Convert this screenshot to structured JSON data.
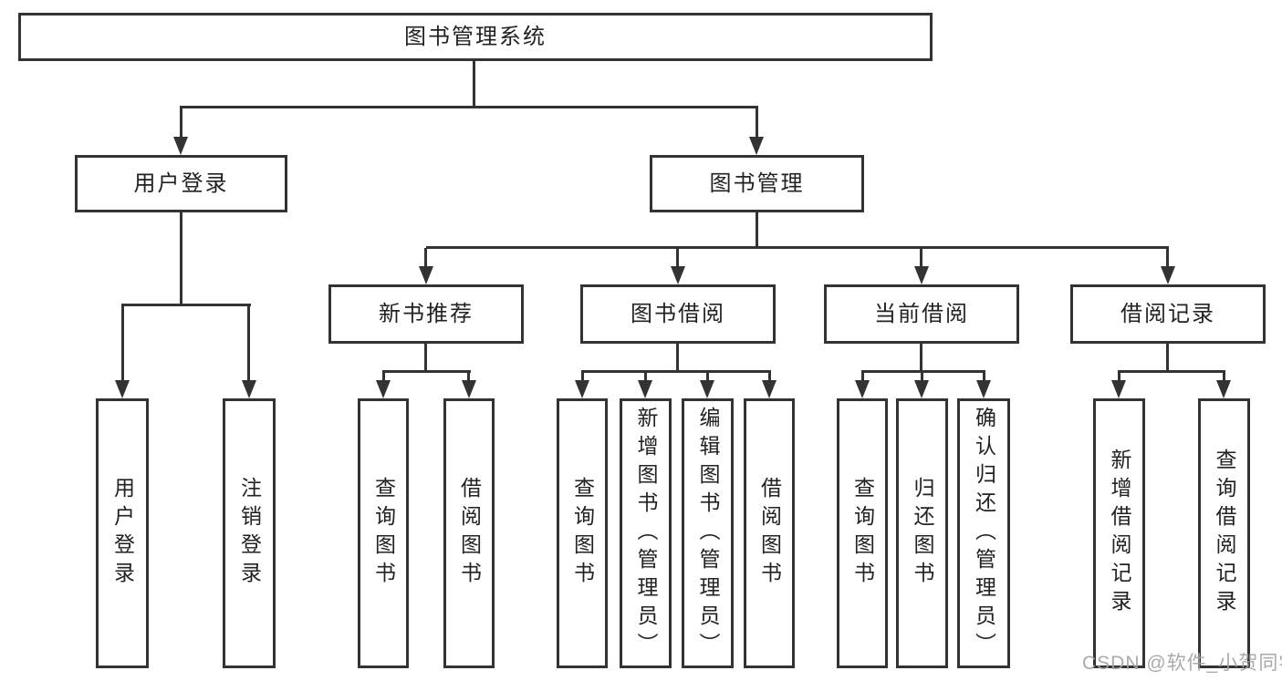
{
  "diagram": {
    "root": "图书管理系统",
    "login": {
      "label": "用户登录",
      "children": [
        "用户登录",
        "注销登录"
      ]
    },
    "management": {
      "label": "图书管理",
      "sections": [
        {
          "label": "新书推荐",
          "children": [
            "查询图书",
            "借阅图书"
          ]
        },
        {
          "label": "图书借阅",
          "children": [
            "查询图书",
            "新增图书（管理员）",
            "编辑图书（管理员）",
            "借阅图书"
          ]
        },
        {
          "label": "当前借阅",
          "children": [
            "查询图书",
            "归还图书",
            "确认归还（管理员）"
          ]
        },
        {
          "label": "借阅记录",
          "children": [
            "新增借阅记录",
            "查询借阅记录"
          ]
        }
      ]
    }
  },
  "watermark": "CSDN @软件_小贺同学",
  "colors": {
    "line": "#333333",
    "text": "#222222",
    "watermark": "#a3a3a3",
    "background": "#ffffff"
  }
}
